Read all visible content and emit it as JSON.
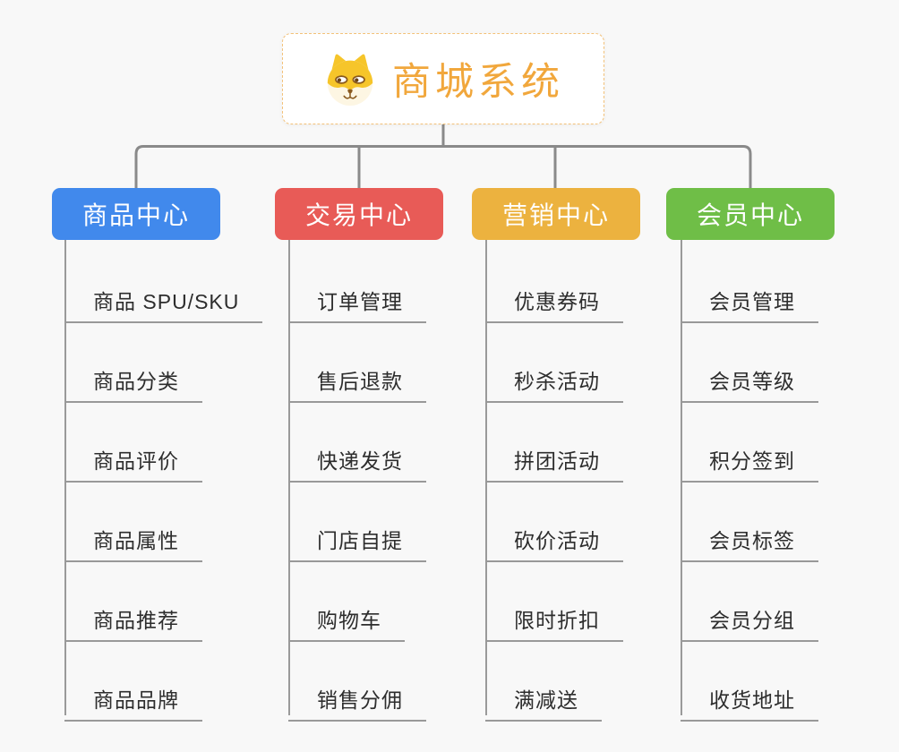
{
  "root": {
    "title": "商城系统",
    "icon": "shiba-dog-icon",
    "title_color": "#F1A73C",
    "border_color": "#F3C178"
  },
  "branches": [
    {
      "label": "商品中心",
      "color": "#4189EC",
      "children": [
        "商品 SPU/SKU",
        "商品分类",
        "商品评价",
        "商品属性",
        "商品推荐",
        "商品品牌"
      ]
    },
    {
      "label": "交易中心",
      "color": "#E85B57",
      "children": [
        "订单管理",
        "售后退款",
        "快递发货",
        "门店自提",
        "购物车",
        "销售分佣"
      ]
    },
    {
      "label": "营销中心",
      "color": "#ECB23F",
      "children": [
        "优惠券码",
        "秒杀活动",
        "拼团活动",
        "砍价活动",
        "限时折扣",
        "满减送"
      ]
    },
    {
      "label": "会员中心",
      "color": "#6FBE47",
      "children": [
        "会员管理",
        "会员等级",
        "积分签到",
        "会员标签",
        "会员分组",
        "收货地址"
      ]
    }
  ],
  "connectors": {
    "main_color": "#8A8A8A",
    "trunk_color": "#9A9A9A",
    "underline_color": "#999999"
  },
  "icon_colors": {
    "fur_yellow": "#F6C52A",
    "fur_cream": "#FDF6E3",
    "face_brown": "#8A5A1E"
  }
}
